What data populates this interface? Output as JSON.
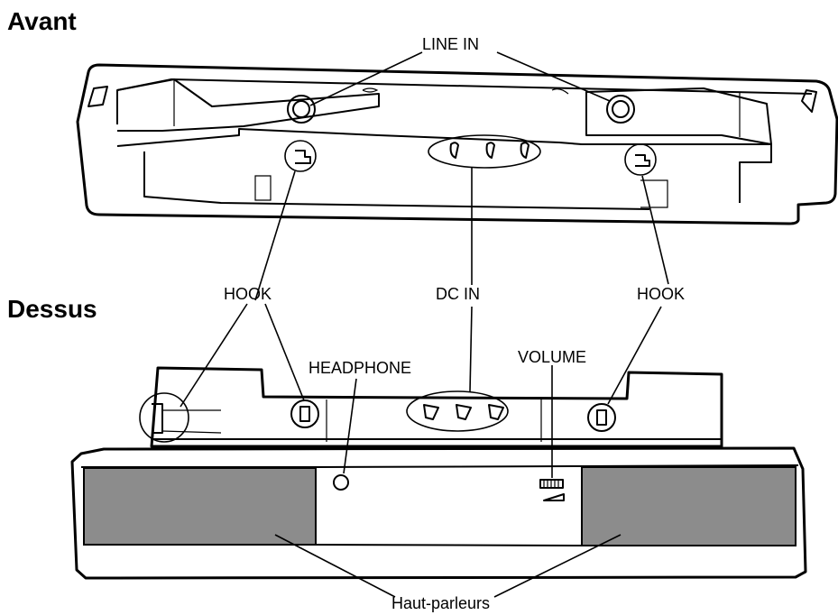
{
  "headings": {
    "front": "Avant",
    "top": "Dessus"
  },
  "labels": {
    "line_in": "LINE IN",
    "hook_left": "HOOK",
    "dc_in": "DC IN",
    "hook_right": "HOOK",
    "headphone": "HEADPHONE",
    "volume": "VOLUME",
    "speakers": "Haut-parleurs"
  },
  "colors": {
    "line": "#000000",
    "speaker_grille": "#8c8c8c",
    "background": "#ffffff"
  }
}
